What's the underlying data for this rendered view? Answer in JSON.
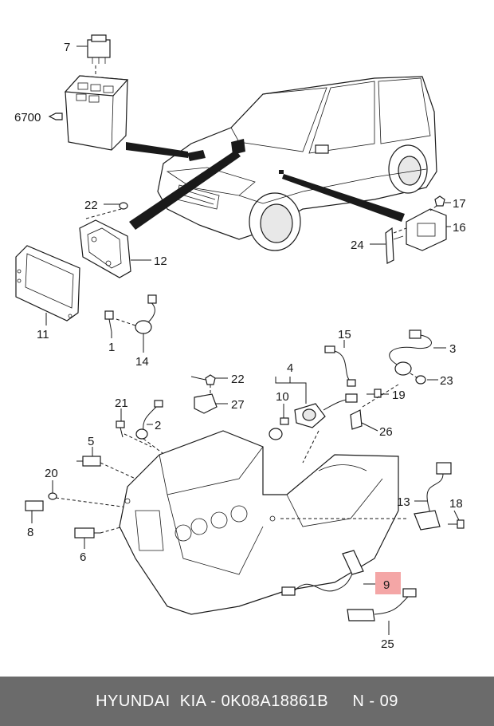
{
  "diagram": {
    "callouts": {
      "c7": "7",
      "c6700": "6700",
      "c22a": "22",
      "c12": "12",
      "c11": "11",
      "c1": "1",
      "c14": "14",
      "c17": "17",
      "c16": "16",
      "c24": "24",
      "c15": "15",
      "c3": "3",
      "c4": "4",
      "c10": "10",
      "c22b": "22",
      "c27": "27",
      "c21": "21",
      "c2": "2",
      "c19": "19",
      "c23": "23",
      "c26": "26",
      "c5": "5",
      "c20": "20",
      "c8": "8",
      "c6": "6",
      "c13": "13",
      "c18": "18",
      "c9": "9",
      "c25": "25"
    },
    "highlight_color": "#f4a6a6"
  },
  "footer": {
    "text": "HYUNDAI  KIA - 0K08A18861B     N - 09"
  }
}
